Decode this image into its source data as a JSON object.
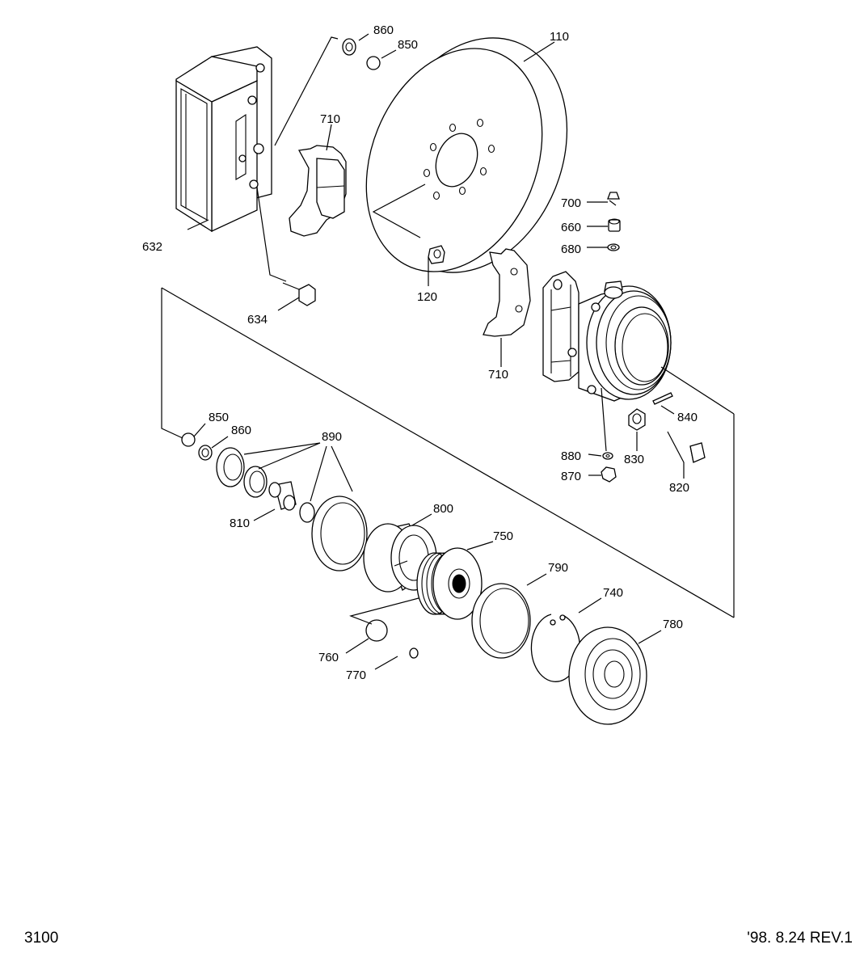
{
  "callouts": {
    "c110": "110",
    "c120": "120",
    "c632": "632",
    "c634": "634",
    "c710a": "710",
    "c710b": "710",
    "c860a": "860",
    "c850a": "850",
    "c850b": "850",
    "c860b": "860",
    "c890": "890",
    "c810": "810",
    "c800": "800",
    "c750": "750",
    "c790": "790",
    "c740": "740",
    "c780": "780",
    "c760": "760",
    "c770": "770",
    "c700": "700",
    "c660": "660",
    "c680": "680",
    "c840": "840",
    "c830": "830",
    "c820": "820",
    "c880": "880",
    "c870": "870"
  },
  "footer": {
    "page": "3100",
    "revision": "'98. 8.24  REV.1"
  }
}
